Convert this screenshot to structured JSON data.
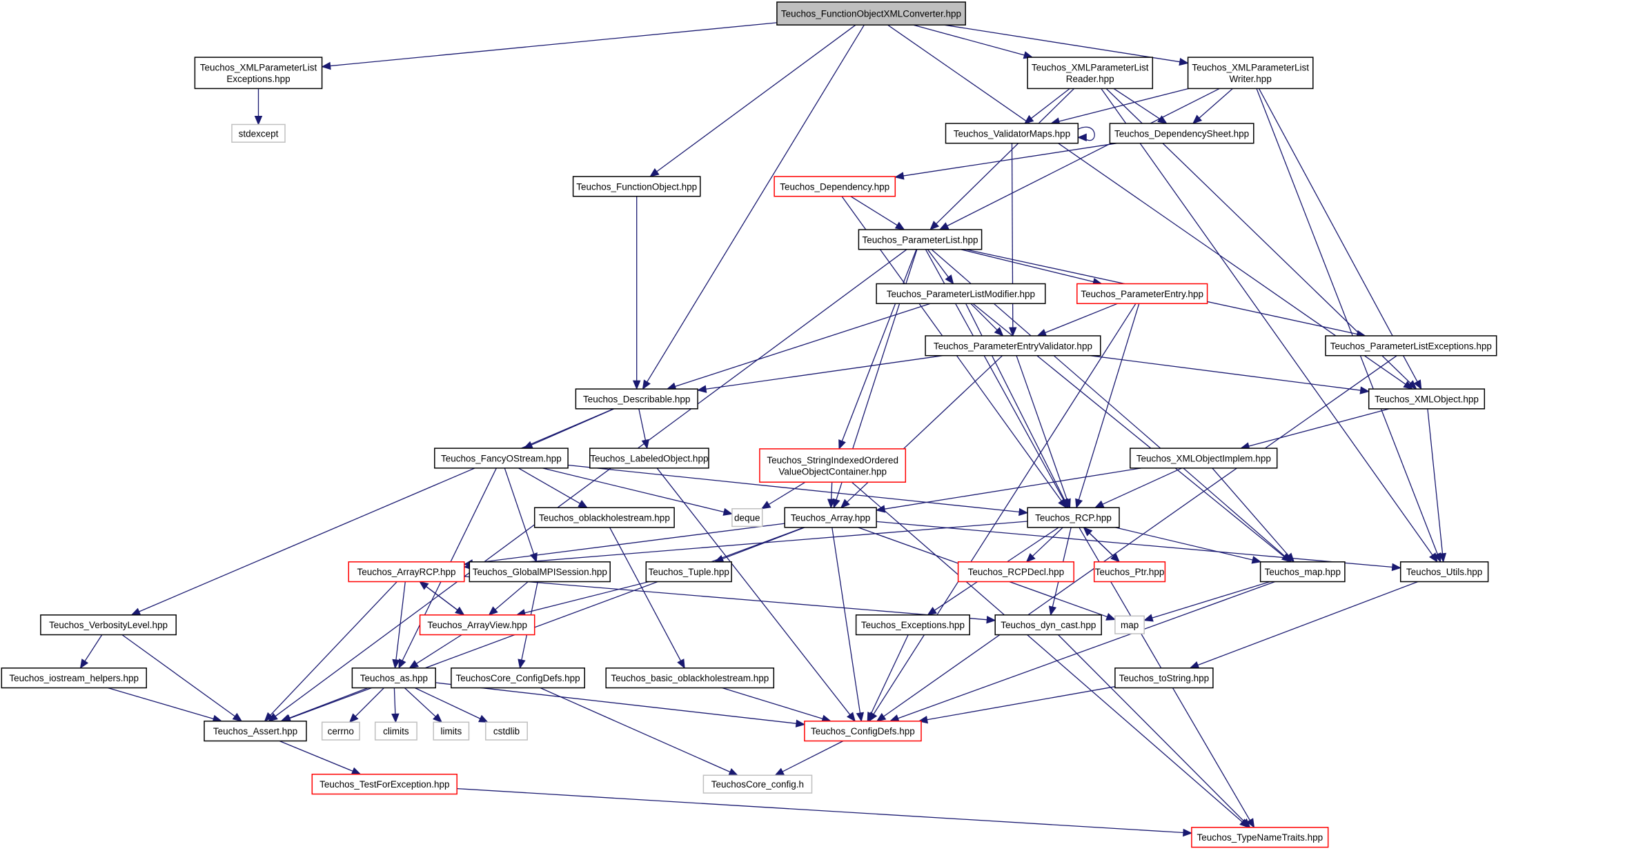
{
  "colors": {
    "edge": "#191970",
    "root_fill": "#bfbfbf",
    "normal_border": "#000000",
    "truncated_border": "#ff0000",
    "external_border": "#bfbfbf"
  },
  "nodes": [
    {
      "id": "root",
      "label": [
        "Teuchos_FunctionObjectXMLConverter.hpp"
      ],
      "kind": "root"
    },
    {
      "id": "xmlplexc",
      "label": [
        "Teuchos_XMLParameterList",
        "Exceptions.hpp"
      ],
      "kind": "normal"
    },
    {
      "id": "stdexcept",
      "label": [
        "stdexcept"
      ],
      "kind": "external"
    },
    {
      "id": "xmlplreader",
      "label": [
        "Teuchos_XMLParameterList",
        "Reader.hpp"
      ],
      "kind": "normal"
    },
    {
      "id": "xmlplwriter",
      "label": [
        "Teuchos_XMLParameterList",
        "Writer.hpp"
      ],
      "kind": "normal"
    },
    {
      "id": "validatormaps",
      "label": [
        "Teuchos_ValidatorMaps.hpp"
      ],
      "kind": "normal"
    },
    {
      "id": "depsheet",
      "label": [
        "Teuchos_DependencySheet.hpp"
      ],
      "kind": "normal"
    },
    {
      "id": "funcobj",
      "label": [
        "Teuchos_FunctionObject.hpp"
      ],
      "kind": "normal"
    },
    {
      "id": "dependency",
      "label": [
        "Teuchos_Dependency.hpp"
      ],
      "kind": "truncated"
    },
    {
      "id": "paramlist",
      "label": [
        "Teuchos_ParameterList.hpp"
      ],
      "kind": "normal"
    },
    {
      "id": "plmodifier",
      "label": [
        "Teuchos_ParameterListModifier.hpp"
      ],
      "kind": "normal"
    },
    {
      "id": "paramentry",
      "label": [
        "Teuchos_ParameterEntry.hpp"
      ],
      "kind": "truncated"
    },
    {
      "id": "plexc",
      "label": [
        "Teuchos_ParameterListExceptions.hpp"
      ],
      "kind": "normal"
    },
    {
      "id": "pevalidator",
      "label": [
        "Teuchos_ParameterEntryValidator.hpp"
      ],
      "kind": "normal"
    },
    {
      "id": "describable",
      "label": [
        "Teuchos_Describable.hpp"
      ],
      "kind": "normal"
    },
    {
      "id": "xmlobject",
      "label": [
        "Teuchos_XMLObject.hpp"
      ],
      "kind": "normal"
    },
    {
      "id": "fancyostream",
      "label": [
        "Teuchos_FancyOStream.hpp"
      ],
      "kind": "normal"
    },
    {
      "id": "labeledobj",
      "label": [
        "Teuchos_LabeledObject.hpp"
      ],
      "kind": "normal"
    },
    {
      "id": "sioc",
      "label": [
        "Teuchos_StringIndexedOrdered",
        "ValueObjectContainer.hpp"
      ],
      "kind": "truncated"
    },
    {
      "id": "xmlobjimpl",
      "label": [
        "Teuchos_XMLObjectImplem.hpp"
      ],
      "kind": "normal"
    },
    {
      "id": "oblackhole",
      "label": [
        "Teuchos_oblackholestream.hpp"
      ],
      "kind": "normal"
    },
    {
      "id": "deque",
      "label": [
        "deque"
      ],
      "kind": "external"
    },
    {
      "id": "array",
      "label": [
        "Teuchos_Array.hpp"
      ],
      "kind": "normal"
    },
    {
      "id": "rcp",
      "label": [
        "Teuchos_RCP.hpp"
      ],
      "kind": "normal"
    },
    {
      "id": "arrayrcp",
      "label": [
        "Teuchos_ArrayRCP.hpp"
      ],
      "kind": "truncated"
    },
    {
      "id": "globalmpi",
      "label": [
        "Teuchos_GlobalMPISession.hpp"
      ],
      "kind": "normal"
    },
    {
      "id": "tuple",
      "label": [
        "Teuchos_Tuple.hpp"
      ],
      "kind": "normal"
    },
    {
      "id": "rcpdecl",
      "label": [
        "Teuchos_RCPDecl.hpp"
      ],
      "kind": "truncated"
    },
    {
      "id": "ptr",
      "label": [
        "Teuchos_Ptr.hpp"
      ],
      "kind": "truncated"
    },
    {
      "id": "tmap",
      "label": [
        "Teuchos_map.hpp"
      ],
      "kind": "normal"
    },
    {
      "id": "utils",
      "label": [
        "Teuchos_Utils.hpp"
      ],
      "kind": "normal"
    },
    {
      "id": "verbosity",
      "label": [
        "Teuchos_VerbosityLevel.hpp"
      ],
      "kind": "normal"
    },
    {
      "id": "arrayview",
      "label": [
        "Teuchos_ArrayView.hpp"
      ],
      "kind": "truncated"
    },
    {
      "id": "exceptions",
      "label": [
        "Teuchos_Exceptions.hpp"
      ],
      "kind": "normal"
    },
    {
      "id": "dyncast",
      "label": [
        "Teuchos_dyn_cast.hpp"
      ],
      "kind": "normal"
    },
    {
      "id": "map",
      "label": [
        "map"
      ],
      "kind": "external"
    },
    {
      "id": "iohelpers",
      "label": [
        "Teuchos_iostream_helpers.hpp"
      ],
      "kind": "normal"
    },
    {
      "id": "as",
      "label": [
        "Teuchos_as.hpp"
      ],
      "kind": "normal"
    },
    {
      "id": "coreconfigdefs",
      "label": [
        "TeuchosCore_ConfigDefs.hpp"
      ],
      "kind": "normal"
    },
    {
      "id": "basicoblack",
      "label": [
        "Teuchos_basic_oblackholestream.hpp"
      ],
      "kind": "normal"
    },
    {
      "id": "tostring",
      "label": [
        "Teuchos_toString.hpp"
      ],
      "kind": "normal"
    },
    {
      "id": "assert",
      "label": [
        "Teuchos_Assert.hpp"
      ],
      "kind": "normal"
    },
    {
      "id": "cerrno",
      "label": [
        "cerrno"
      ],
      "kind": "external"
    },
    {
      "id": "climits",
      "label": [
        "climits"
      ],
      "kind": "external"
    },
    {
      "id": "limits",
      "label": [
        "limits"
      ],
      "kind": "external"
    },
    {
      "id": "cstdlib",
      "label": [
        "cstdlib"
      ],
      "kind": "external"
    },
    {
      "id": "configdefs",
      "label": [
        "Teuchos_ConfigDefs.hpp"
      ],
      "kind": "truncated"
    },
    {
      "id": "testforexc",
      "label": [
        "Teuchos_TestForException.hpp"
      ],
      "kind": "truncated"
    },
    {
      "id": "coreconfig",
      "label": [
        "TeuchosCore_config.h"
      ],
      "kind": "external"
    },
    {
      "id": "typenametraits",
      "label": [
        "Teuchos_TypeNameTraits.hpp"
      ],
      "kind": "truncated"
    }
  ],
  "edges": [
    [
      "root",
      "xmlplexc"
    ],
    [
      "root",
      "describable"
    ],
    [
      "root",
      "funcobj"
    ],
    [
      "root",
      "xmlplreader"
    ],
    [
      "root",
      "xmlplwriter"
    ],
    [
      "root",
      "xmlobject"
    ],
    [
      "xmlplexc",
      "stdexcept"
    ],
    [
      "xmlplreader",
      "validatormaps"
    ],
    [
      "xmlplreader",
      "depsheet"
    ],
    [
      "xmlplreader",
      "paramlist"
    ],
    [
      "xmlplreader",
      "xmlobject"
    ],
    [
      "xmlplreader",
      "utils"
    ],
    [
      "xmlplwriter",
      "validatormaps"
    ],
    [
      "xmlplwriter",
      "depsheet"
    ],
    [
      "xmlplwriter",
      "paramlist"
    ],
    [
      "xmlplwriter",
      "xmlobject"
    ],
    [
      "xmlplwriter",
      "utils"
    ],
    [
      "validatormaps",
      "validatormaps"
    ],
    [
      "validatormaps",
      "pevalidator"
    ],
    [
      "depsheet",
      "dependency"
    ],
    [
      "funcobj",
      "describable"
    ],
    [
      "dependency",
      "paramlist"
    ],
    [
      "dependency",
      "rcp"
    ],
    [
      "paramlist",
      "plmodifier"
    ],
    [
      "paramlist",
      "paramentry"
    ],
    [
      "paramlist",
      "plexc"
    ],
    [
      "paramlist",
      "sioc"
    ],
    [
      "paramlist",
      "array"
    ],
    [
      "paramlist",
      "rcp"
    ],
    [
      "paramlist",
      "tmap"
    ],
    [
      "paramlist",
      "assert"
    ],
    [
      "plmodifier",
      "pevalidator"
    ],
    [
      "plmodifier",
      "describable"
    ],
    [
      "plmodifier",
      "rcp"
    ],
    [
      "plmodifier",
      "tmap"
    ],
    [
      "paramentry",
      "pevalidator"
    ],
    [
      "paramentry",
      "rcp"
    ],
    [
      "paramentry",
      "configdefs"
    ],
    [
      "plexc",
      "configdefs"
    ],
    [
      "pevalidator",
      "describable"
    ],
    [
      "pevalidator",
      "xmlobject"
    ],
    [
      "pevalidator",
      "array"
    ],
    [
      "pevalidator",
      "rcp"
    ],
    [
      "describable",
      "fancyostream"
    ],
    [
      "describable",
      "labeledobj"
    ],
    [
      "describable",
      "verbosity"
    ],
    [
      "xmlobject",
      "xmlobjimpl"
    ],
    [
      "xmlobject",
      "utils"
    ],
    [
      "fancyostream",
      "oblackhole"
    ],
    [
      "fancyostream",
      "globalmpi"
    ],
    [
      "fancyostream",
      "deque"
    ],
    [
      "fancyostream",
      "rcp"
    ],
    [
      "fancyostream",
      "as"
    ],
    [
      "labeledobj",
      "configdefs"
    ],
    [
      "sioc",
      "deque"
    ],
    [
      "sioc",
      "array"
    ],
    [
      "sioc",
      "typenametraits"
    ],
    [
      "xmlobjimpl",
      "array"
    ],
    [
      "xmlobjimpl",
      "rcp"
    ],
    [
      "xmlobjimpl",
      "tmap"
    ],
    [
      "oblackhole",
      "basicoblack"
    ],
    [
      "array",
      "arrayrcp"
    ],
    [
      "array",
      "tuple"
    ],
    [
      "array",
      "assert"
    ],
    [
      "array",
      "configdefs"
    ],
    [
      "array",
      "map"
    ],
    [
      "array",
      "utils"
    ],
    [
      "rcp",
      "rcpdecl"
    ],
    [
      "rcp",
      "ptr"
    ],
    [
      "rcp",
      "tmap"
    ],
    [
      "rcp",
      "exceptions"
    ],
    [
      "rcp",
      "dyncast"
    ],
    [
      "rcp",
      "typenametraits"
    ],
    [
      "rcp",
      "arrayrcp"
    ],
    [
      "ptr",
      "rcp"
    ],
    [
      "arrayrcp",
      "arrayview"
    ],
    [
      "arrayrcp",
      "as"
    ],
    [
      "arrayrcp",
      "assert"
    ],
    [
      "arrayrcp",
      "dyncast"
    ],
    [
      "arrayview",
      "arrayrcp"
    ],
    [
      "arrayview",
      "as"
    ],
    [
      "globalmpi",
      "arrayview"
    ],
    [
      "globalmpi",
      "coreconfigdefs"
    ],
    [
      "tuple",
      "arrayview"
    ],
    [
      "tmap",
      "map"
    ],
    [
      "tmap",
      "configdefs"
    ],
    [
      "utils",
      "tostring"
    ],
    [
      "verbosity",
      "iohelpers"
    ],
    [
      "verbosity",
      "assert"
    ],
    [
      "iohelpers",
      "assert"
    ],
    [
      "exceptions",
      "configdefs"
    ],
    [
      "dyncast",
      "typenametraits"
    ],
    [
      "as",
      "assert"
    ],
    [
      "as",
      "cerrno"
    ],
    [
      "as",
      "climits"
    ],
    [
      "as",
      "limits"
    ],
    [
      "as",
      "cstdlib"
    ],
    [
      "as",
      "configdefs"
    ],
    [
      "coreconfigdefs",
      "coreconfig"
    ],
    [
      "basicoblack",
      "configdefs"
    ],
    [
      "tostring",
      "configdefs"
    ],
    [
      "assert",
      "testforexc"
    ],
    [
      "configdefs",
      "coreconfig"
    ],
    [
      "testforexc",
      "typenametraits"
    ]
  ]
}
